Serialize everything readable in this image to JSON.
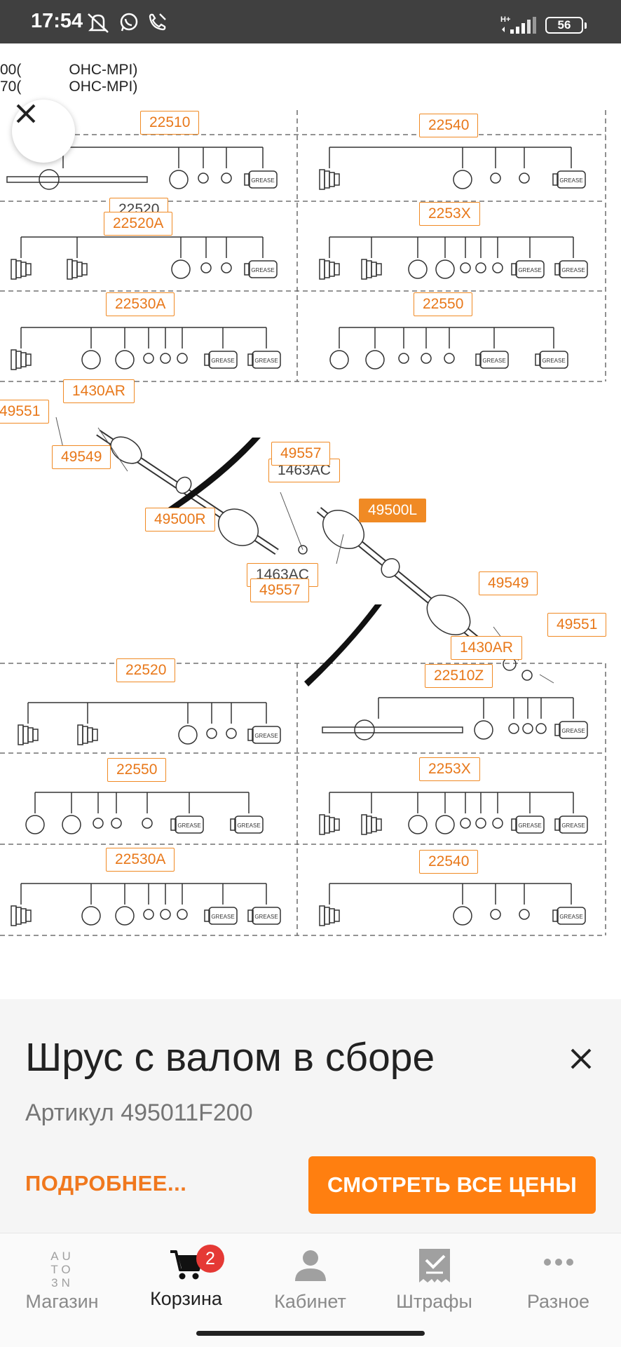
{
  "status_bar": {
    "time": "17:54",
    "network": "H+",
    "battery": "56"
  },
  "diagram": {
    "engine_lines": [
      "00(",
      "70(",
      "OHC-MPI)",
      "OHC-MPI)"
    ],
    "grease_label": "GREASE",
    "callouts": {
      "c22510": "22510",
      "c22540a": "22540",
      "c22520s": "22520",
      "c22520a": "22520A",
      "c2253xa": "2253X",
      "c22530aa": "22530A",
      "c22550a": "22550",
      "c1430ar_l": "1430AR",
      "c49551_l": "49551",
      "c49549_l": "49549",
      "c49500r": "49500R",
      "c49557_t": "49557",
      "c1463ac_t": "1463AC",
      "c49500l": "49500L",
      "c1463ac_b": "1463AC",
      "c49557_b": "49557",
      "c49549_r": "49549",
      "c49551_r": "49551",
      "c1430ar_r": "1430AR",
      "c22520b": "22520",
      "c22510z": "22510Z",
      "c22550b": "22550",
      "c2253xb": "2253X",
      "c22530ab": "22530A",
      "c22540b": "22540"
    }
  },
  "sheet": {
    "title": "Шрус с валом в сборе",
    "article": "Артикул 495011F200",
    "more_label": "ПОДРОБНЕЕ...",
    "prices_label": "СМОТРЕТЬ ВСЕ ЦЕНЫ",
    "accent": "#ff7f10"
  },
  "nav": {
    "items": [
      {
        "label": "Магазин",
        "icon": "autodoc-logo-icon"
      },
      {
        "label": "Корзина",
        "icon": "cart-icon",
        "badge": "2"
      },
      {
        "label": "Кабинет",
        "icon": "person-icon"
      },
      {
        "label": "Штрафы",
        "icon": "receipt-icon"
      },
      {
        "label": "Разное",
        "icon": "more-dots-icon"
      }
    ],
    "logo_letters": [
      "AU",
      "TO",
      "3N"
    ]
  }
}
